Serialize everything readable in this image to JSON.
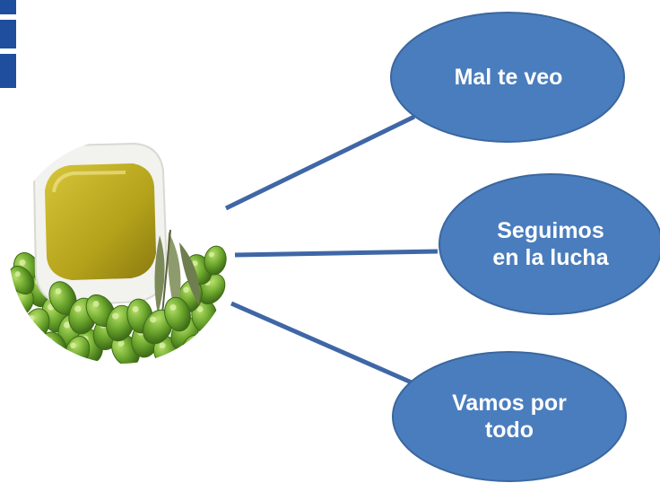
{
  "diagram": {
    "colors": {
      "bubble_fill": "#4a7dbd",
      "bubble_stroke": "#3b679f",
      "connector": "#3f67a6",
      "accent_blocks": "#1f4e9e",
      "olive": "#5e9a2a",
      "oil": "#b8a61f",
      "bowl": "#f4f4f0"
    },
    "center_image": {
      "icon": "olive-oil-bowl-icon",
      "description_elements": [
        "bowl-of-olive-oil",
        "green-olives",
        "olive-leaves"
      ]
    },
    "nodes": [
      {
        "label": "Mal te veo"
      },
      {
        "label": "Seguimos\nen la lucha"
      },
      {
        "label": "Vamos por\ntodo"
      }
    ]
  }
}
